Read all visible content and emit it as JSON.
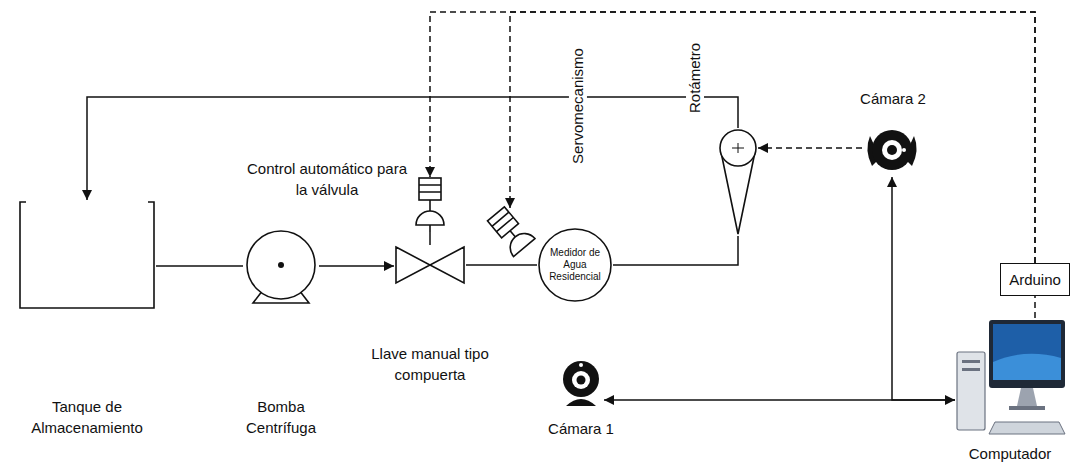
{
  "diagram": {
    "nodes": [
      {
        "text": [
          "Tanque de Almacenamiento"
        ]
      },
      {
        "text": [
          "Bomba Centrífuga"
        ]
      },
      {
        "text": [
          "Control automático para la válvula"
        ]
      },
      {
        "text": [
          "Llave manual tipo compuerta"
        ]
      },
      {
        "text": [
          "Servomecanismo"
        ]
      },
      {
        "text": [
          "Medidor de Agua Residencial"
        ]
      },
      {
        "text": [
          "Rotámetro"
        ]
      },
      {
        "text": [
          "Cámara 2"
        ]
      },
      {
        "text": [
          "Cámara 1"
        ]
      },
      {
        "text": [
          "Arduino"
        ]
      },
      {
        "text": [
          "Computador"
        ]
      }
    ],
    "edges": [
      {
        "from": 0,
        "to": 1,
        "arrow": "none"
      },
      {
        "from": 1,
        "to": 3,
        "arrow": "to"
      },
      {
        "from": 3,
        "to": 5,
        "arrow": "none"
      },
      {
        "from": 5,
        "to": 6,
        "arrow": "none"
      },
      {
        "from": 6,
        "to": 0,
        "arrow": "to"
      },
      {
        "from": 7,
        "to": 6,
        "arrow": "to"
      },
      {
        "from": 10,
        "to": 7,
        "arrow": "to"
      },
      {
        "from": 8,
        "to": 10,
        "arrow": "both"
      },
      {
        "from": 9,
        "to": 2,
        "arrow": "to"
      },
      {
        "from": 9,
        "to": 4,
        "arrow": "to"
      },
      {
        "from": 10,
        "to": 9,
        "arrow": "none"
      },
      {
        "from": 2,
        "to": 3,
        "arrow": "none"
      }
    ]
  }
}
